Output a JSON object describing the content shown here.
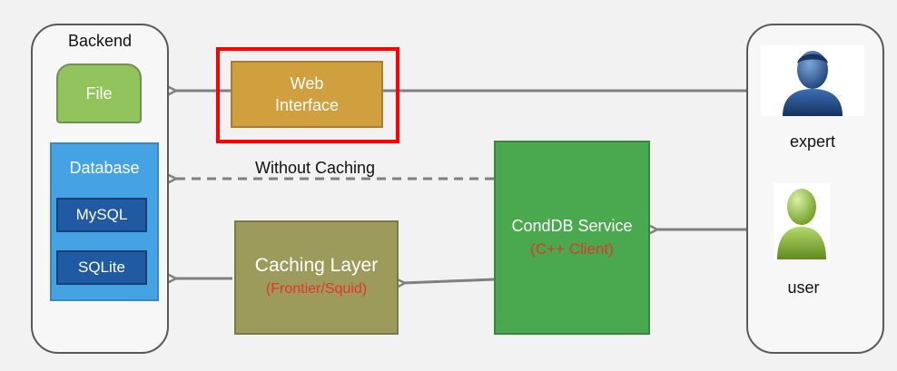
{
  "backend": {
    "title": "Backend",
    "file": "File",
    "database": {
      "title": "Database",
      "mysql": "MySQL",
      "sqlite": "SQLite"
    }
  },
  "web_interface": {
    "line1": "Web",
    "line2": "Interface"
  },
  "without_caching": "Without Caching",
  "caching_layer": {
    "title": "Caching Layer",
    "subtitle": "(Frontier/Squid)"
  },
  "conddb_service": {
    "title": "CondDB Service",
    "subtitle": "(C++ Client)"
  },
  "users": {
    "expert": "expert",
    "user": "user"
  },
  "colors": {
    "background": "#f2f2f2",
    "file_box": "#92c45e",
    "database_box": "#46a3e3",
    "db_item_box": "#1f5aa3",
    "web_interface_box": "#d09f3e",
    "highlight_border": "#ff0000",
    "caching_layer_box": "#9c9b5c",
    "conddb_box": "#4aa84e",
    "subtitle_text": "#e8342a",
    "arrow": "#808080"
  }
}
